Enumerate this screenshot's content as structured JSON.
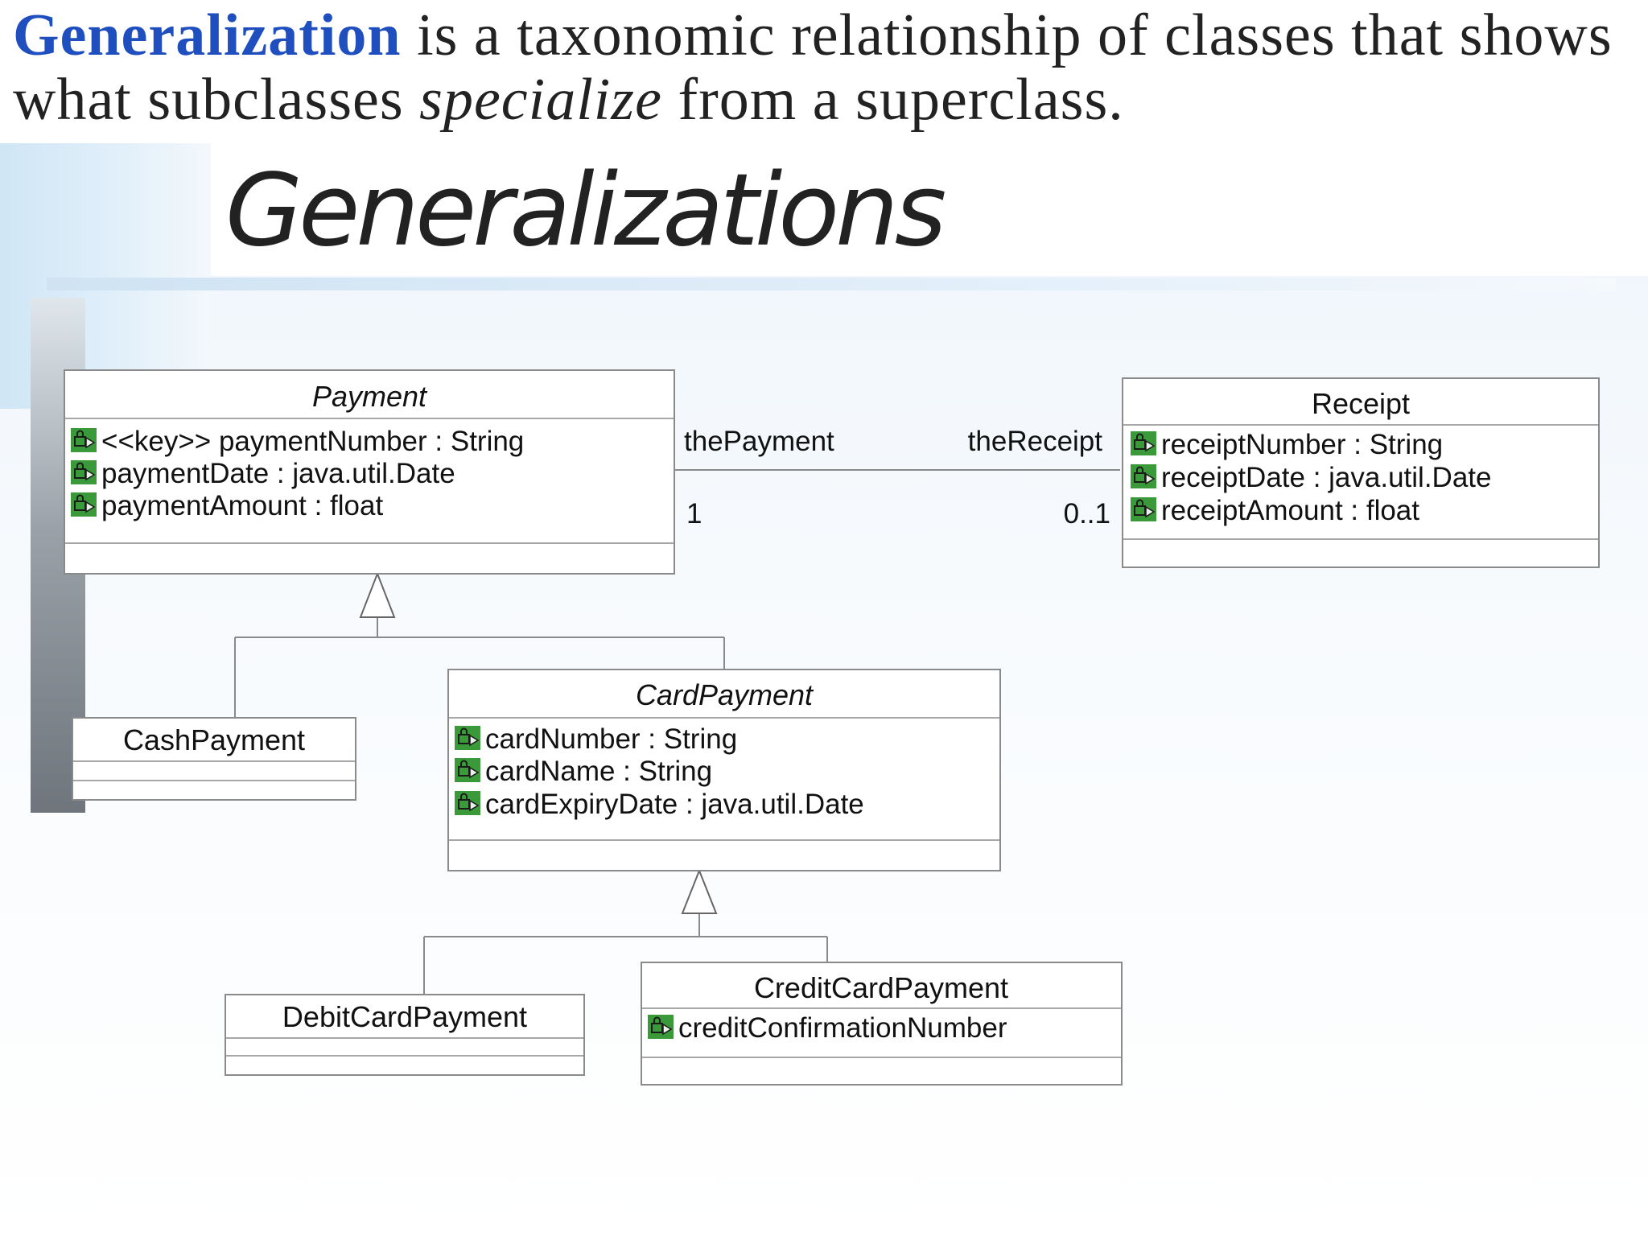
{
  "intro": {
    "term": "Generalization",
    "text1": " is a taxonomic relationship of classes that shows what subclasses ",
    "emph": "specialize",
    "text2": " from a superclass."
  },
  "slide_title": "Generalizations",
  "classes": {
    "payment": {
      "name": "Payment",
      "attributes": [
        "<<key>> paymentNumber : String",
        "paymentDate : java.util.Date",
        "paymentAmount : float"
      ]
    },
    "receipt": {
      "name": "Receipt",
      "attributes": [
        "receiptNumber : String",
        "receiptDate : java.util.Date",
        "receiptAmount : float"
      ]
    },
    "cash_payment": {
      "name": "CashPayment",
      "attributes": []
    },
    "card_payment": {
      "name": "CardPayment",
      "attributes": [
        "cardNumber : String",
        "cardName : String",
        "cardExpiryDate : java.util.Date"
      ]
    },
    "debit_card_payment": {
      "name": "DebitCardPayment",
      "attributes": []
    },
    "credit_card_payment": {
      "name": "CreditCardPayment",
      "attributes": [
        "creditConfirmationNumber"
      ]
    }
  },
  "association": {
    "role_left": "thePayment",
    "role_right": "theReceipt",
    "mult_left": "1",
    "mult_right": "0..1"
  },
  "colors": {
    "term": "#1f4fbf",
    "class_border": "#8a8a8a",
    "attr_icon": "#3a9a3a"
  }
}
